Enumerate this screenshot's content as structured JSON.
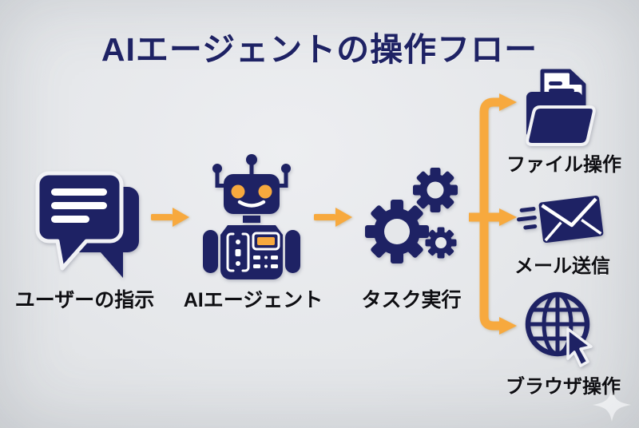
{
  "title": "AIエージェントの操作フロー",
  "colors": {
    "navy": "#1e2264",
    "orange": "#f7a93e",
    "background": "#e5e7ea",
    "label_text": "#0e0e12"
  },
  "flow": {
    "steps": [
      {
        "id": "user-instruction",
        "label": "ユーザーの指示",
        "icon": "chat-bubbles-icon"
      },
      {
        "id": "ai-agent",
        "label": "AIエージェント",
        "icon": "robot-icon"
      },
      {
        "id": "task-execution",
        "label": "タスク実行",
        "icon": "gears-icon"
      }
    ],
    "outputs": [
      {
        "id": "file-operation",
        "label": "ファイル操作",
        "icon": "folder-document-icon"
      },
      {
        "id": "mail-sending",
        "label": "メール送信",
        "icon": "mail-send-icon"
      },
      {
        "id": "browser-operation",
        "label": "ブラウザ操作",
        "icon": "globe-cursor-icon"
      }
    ]
  }
}
